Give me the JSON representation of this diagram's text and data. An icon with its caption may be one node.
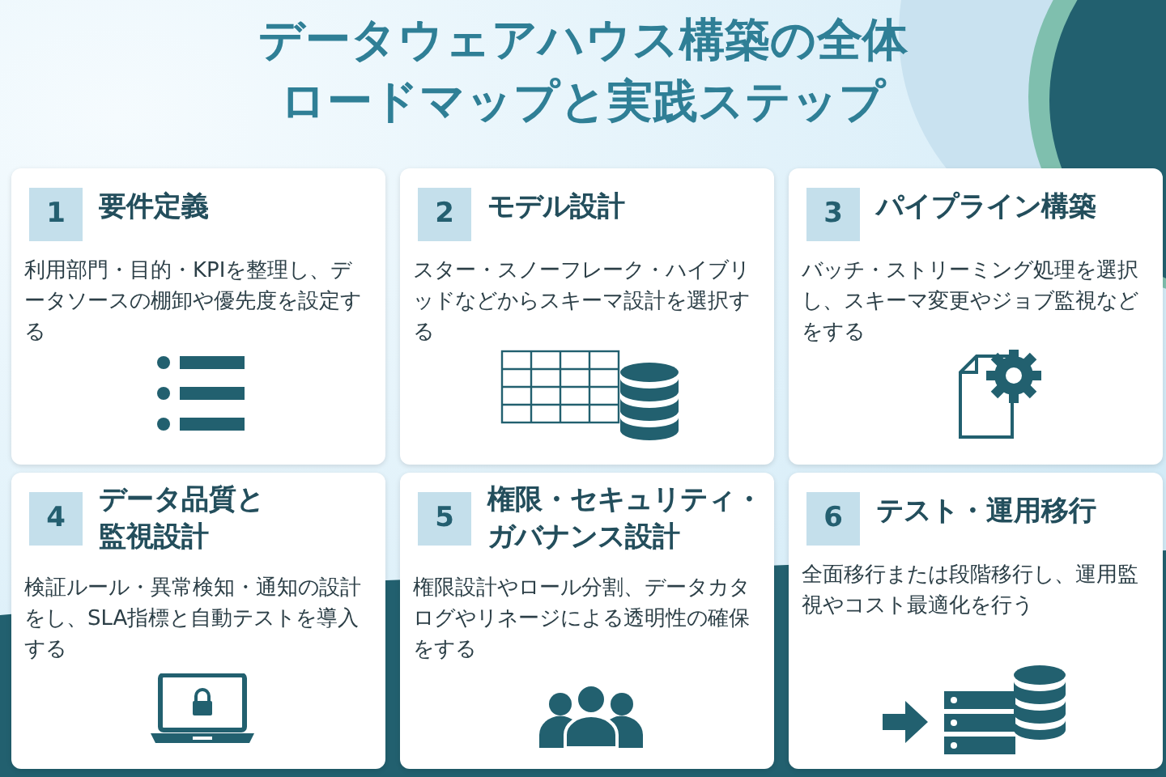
{
  "diagram": {
    "title": "データウェアハウス構築の全体ロードマップと実践ステップ",
    "nodes": [
      {
        "text": [
          "1",
          "要件定義",
          "利用部門・目的・KPIを整理し、データソースの棚卸や優先度を設定する"
        ]
      },
      {
        "text": [
          "2",
          "モデル設計",
          "スター・スノーフレーク・ハイブリッドなどからスキーマ設計を選択する"
        ]
      },
      {
        "text": [
          "3",
          "パイプライン構築",
          "バッチ・ストリーミング処理を選択し、スキーマ変更やジョブ監視などをする"
        ]
      },
      {
        "text": [
          "4",
          "データ品質と監視設計",
          "検証ルール・異常検知・通知の設計をし、SLA指標と自動テストを導入する"
        ]
      },
      {
        "text": [
          "5",
          "権限・セキュリティ・ガバナンス設計",
          "権限設計やロール分割、データカタログやリネージによる透明性の確保をする"
        ]
      },
      {
        "text": [
          "6",
          "テスト・運用移行",
          "全面移行または段階移行し、運用監視やコスト最適化を行う"
        ]
      }
    ]
  }
}
